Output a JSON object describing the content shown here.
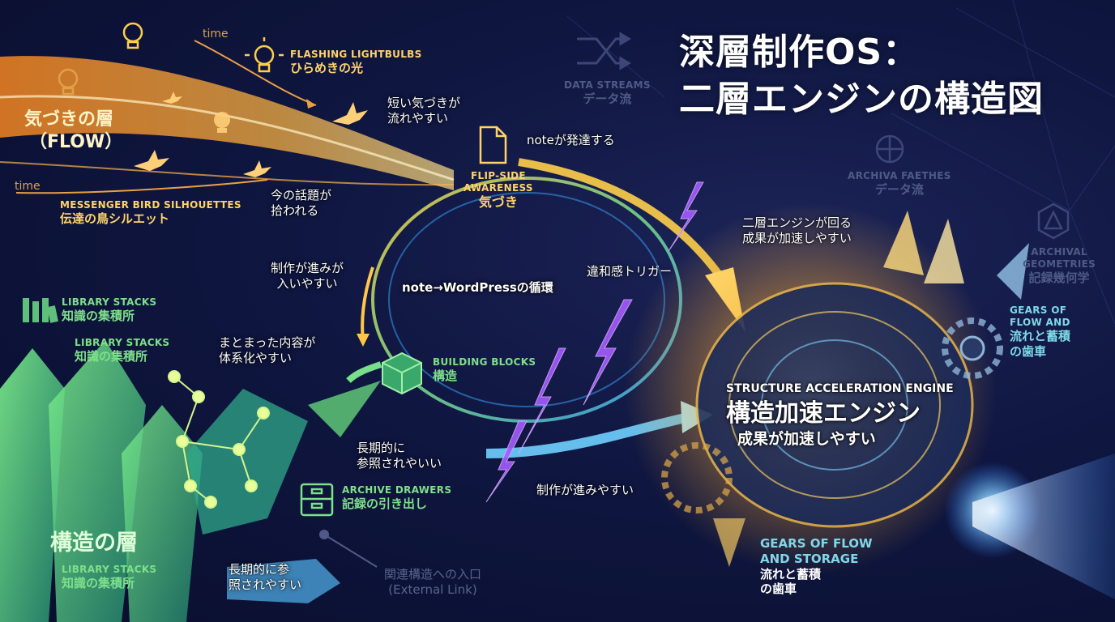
{
  "title": {
    "line1": "深層制作OS：",
    "line2": "二層エンジンの構造図"
  },
  "flow_layer": {
    "label": "気づきの層",
    "sub": "（FLOW）"
  },
  "structure_layer": {
    "label": "構造の層"
  },
  "time_labels": [
    "time",
    "time"
  ],
  "lightbulbs": {
    "en": "FLASHING LIGHTBULBS",
    "jp": "ひらめきの光"
  },
  "birds": {
    "en": "MESSENGER BIRD SILHOUETTES",
    "jp": "伝達の鳥シルエット"
  },
  "flip": {
    "en1": "FLIP-SIDE",
    "en2": "AWARENESS",
    "jp": "気づき"
  },
  "data_streams": {
    "en": "DATA STREAMS",
    "jp": "データ流"
  },
  "archiva_paths": {
    "en": "ARCHIVA FAETHES",
    "jp": "データ流"
  },
  "archival_geo": {
    "en1": "ARCHIVAL",
    "en2": "GEOMETRIES",
    "jp": "記録幾何学"
  },
  "building_blocks": {
    "en": "BUILDING BLOCKS",
    "jp": "構造"
  },
  "archive_drawers": {
    "en": "ARCHIVE DRAWERS",
    "jp": "記録の引き出し"
  },
  "library_1": {
    "en": "LIBRARY STACKS",
    "jp": "知識の集積所"
  },
  "library_2": {
    "en": "LIBRARY STACKS",
    "jp": "知識の集積所"
  },
  "library_3": {
    "en": "LIBRARY STACKS",
    "jp": "知識の集積所"
  },
  "gears_right": {
    "en1": "GEARS OF",
    "en2": "FLOW AND",
    "jp1": "流れと蓄積",
    "jp2": "の歯車"
  },
  "gears_bottom": {
    "en1": "GEARS OF FLOW",
    "en2": "AND STORAGE",
    "jp1": "流れと蓄積",
    "jp2": "の歯車"
  },
  "engine": {
    "en": "STRUCTURE ACCELERATION ENGINE",
    "jp": "構造加速エンジン",
    "sub": "成果が加速しやすい"
  },
  "notes": {
    "short_awareness": [
      "短い気づきが",
      "流れやすい"
    ],
    "note_develops": "noteが発達する",
    "topic_picked": [
      "今の話題が",
      "拾われる"
    ],
    "two_layer": [
      "二層エンジンが回る",
      "成果が加速しやすい"
    ],
    "production_enters": [
      "制作が進みが",
      "入いやすい"
    ],
    "discomfort": "違和感トリガー",
    "cycle": "note→WordPressの循環",
    "systematize": [
      "まとまった内容が",
      "体系化やすい"
    ],
    "long_term_ref": [
      "長期的に",
      "参照されやいい"
    ],
    "production_progress": "制作が進みやすい",
    "long_term_ref2": [
      "長期的に参",
      "照されやすい"
    ]
  },
  "external_link": {
    "jp": "関連構造への入口",
    "en": "(External Link)"
  }
}
